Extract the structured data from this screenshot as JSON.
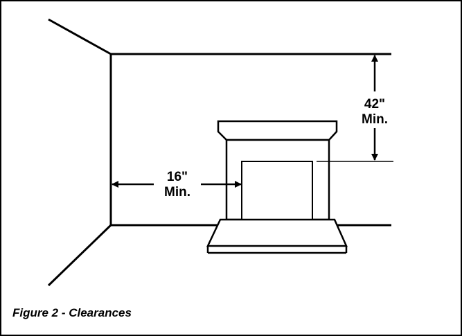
{
  "figure": {
    "caption": "Figure 2 - Clearances",
    "top_clearance": {
      "value": "42\"",
      "unit": "Min."
    },
    "side_clearance": {
      "value": "16\"",
      "unit": "Min."
    }
  }
}
